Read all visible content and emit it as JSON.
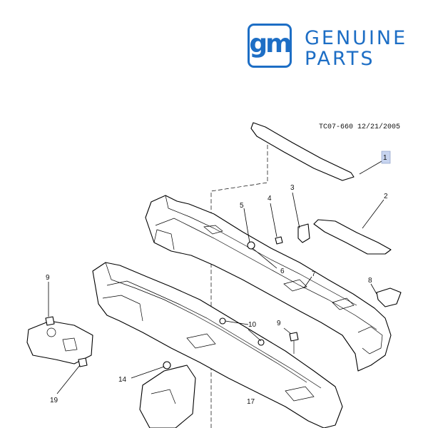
{
  "logo": {
    "mark": "gm",
    "line1": "GENUINE",
    "line2": "PARTS",
    "color": "#1d6ec5"
  },
  "diagram": {
    "reference": "TC07-660  12/21/2005",
    "callouts": [
      "1",
      "2",
      "3",
      "4",
      "5",
      "6",
      "7",
      "8",
      "9",
      "9",
      "10",
      "14",
      "17",
      "19"
    ],
    "highlight_color": "#c7d4ef"
  }
}
